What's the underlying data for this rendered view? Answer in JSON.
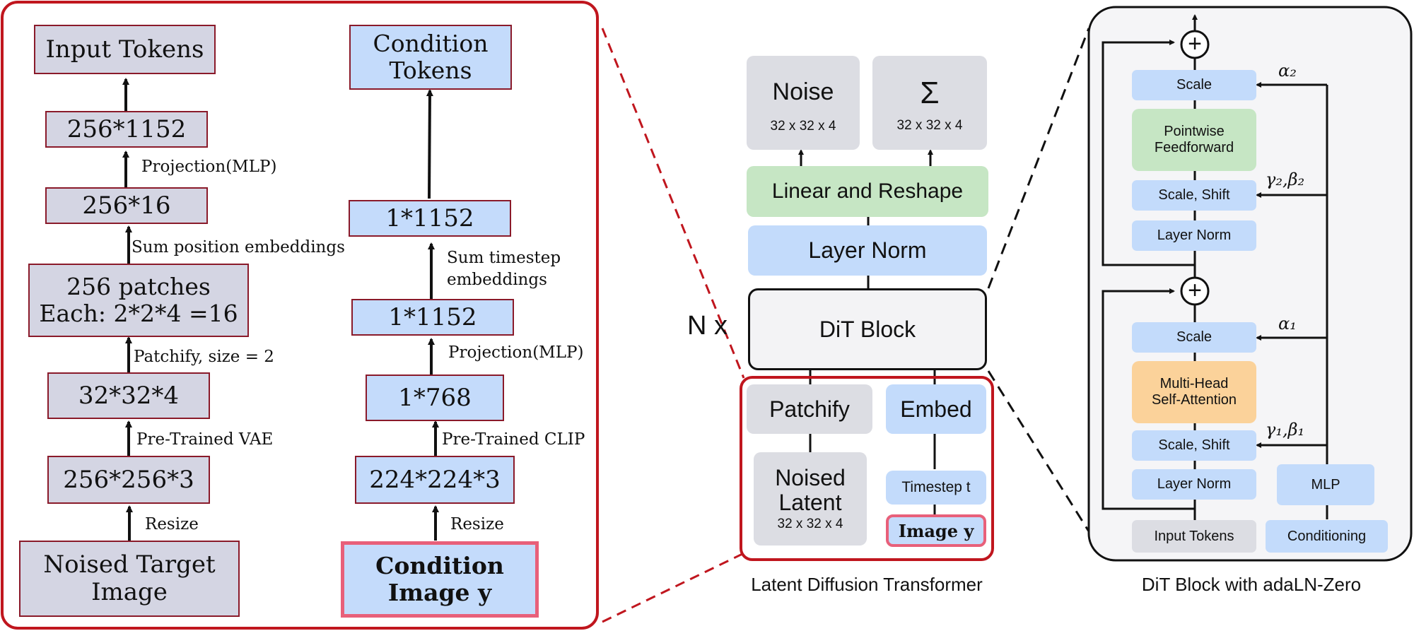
{
  "left_panel": {
    "input_column": {
      "top": "Input Tokens",
      "b1": "256*1152",
      "e1": "Projection(MLP)",
      "b2": "256*16",
      "e2": "Sum position embeddings",
      "b3": "256 patches\nEach: 2*2*4 =16",
      "e3": "Patchify, size = 2",
      "b4": "32*32*4",
      "e4": "Pre-Trained VAE",
      "b5": "256*256*3",
      "e5": "Resize",
      "bottom": "Noised Target\nImage"
    },
    "condition_column": {
      "top": "Condition\nTokens",
      "b1": "1*1152",
      "e1": "Sum timestep\nembeddings",
      "b2": "1*1152",
      "e2": "Projection(MLP)",
      "b3": "1*768",
      "e3": "Pre-Trained CLIP",
      "b4": "224*224*3",
      "e4": "Resize",
      "bottom": "Condition\nImage y"
    }
  },
  "middle": {
    "noise": "Noise",
    "noise_dim": "32 x 32 x 4",
    "sigma": "Σ",
    "sigma_dim": "32 x 32 x 4",
    "linear": "Linear and Reshape",
    "layernorm": "Layer Norm",
    "nx": "N x",
    "dit": "DiT Block",
    "patchify": "Patchify",
    "embed": "Embed",
    "noised_latent": "Noised\nLatent",
    "noised_latent_dim": "32 x 32 x 4",
    "timestep": "Timestep t",
    "image_y": "Image y",
    "caption": "Latent Diffusion Transformer"
  },
  "right": {
    "scale_top": "Scale",
    "alpha2": "α₂",
    "pointwise": "Pointwise\nFeedforward",
    "scale_shift_top": "Scale, Shift",
    "gamma2": "γ₂,β₂",
    "layernorm_top": "Layer Norm",
    "scale_bottom": "Scale",
    "alpha1": "α₁",
    "mhsa": "Multi-Head\nSelf-Attention",
    "scale_shift_bottom": "Scale, Shift",
    "gamma1": "γ₁,β₁",
    "layernorm_bottom": "Layer Norm",
    "mlp": "MLP",
    "input_tokens": "Input Tokens",
    "conditioning": "Conditioning",
    "plus": "+",
    "caption": "DiT Block with adaLN-Zero"
  },
  "colors": {
    "frame_red": "#c0161e",
    "highlight_pink": "#e8607a",
    "box_gray": "#d4d5e3",
    "box_blue": "#c4dbfb"
  }
}
